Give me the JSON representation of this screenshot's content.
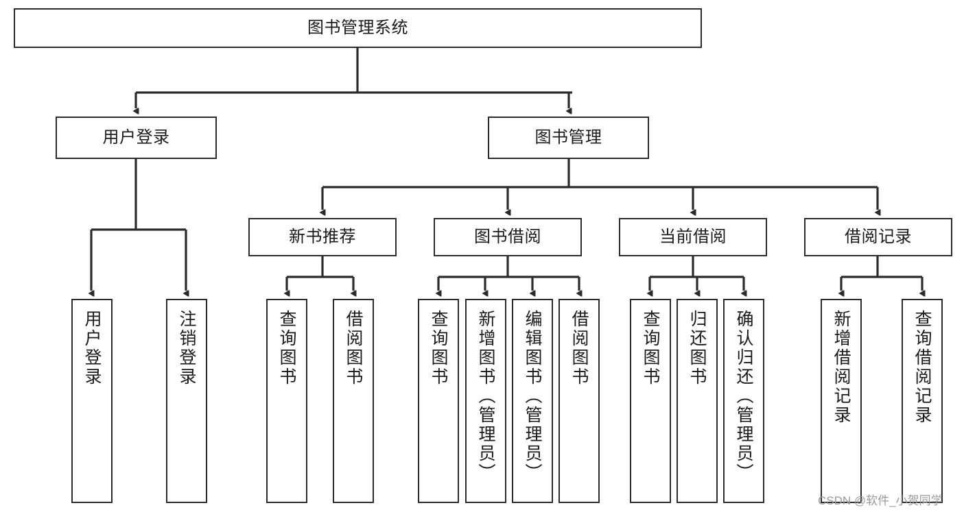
{
  "diagram": {
    "title": "图书管理系统",
    "type": "tree-hierarchy-diagram",
    "watermark": "CSDN @软件_小贺同学",
    "colors": {
      "box_border": "#2b2b2b",
      "box_fill": "#ffffff",
      "edge": "#2b2b2b",
      "text": "#1a1a1a",
      "watermark": "#9a9a9a",
      "background": "#ffffff"
    },
    "nodes": {
      "root": {
        "label": "图书管理系统"
      },
      "level1": [
        {
          "label": "用户登录"
        },
        {
          "label": "图书管理"
        }
      ],
      "level2": [
        {
          "label": "新书推荐"
        },
        {
          "label": "图书借阅"
        },
        {
          "label": "当前借阅"
        },
        {
          "label": "借阅记录"
        }
      ],
      "leaves": {
        "user_login": [
          {
            "label": "用户登录"
          },
          {
            "label": "注销登录"
          }
        ],
        "new_book_recommend": [
          {
            "label": "查询图书"
          },
          {
            "label": "借阅图书"
          }
        ],
        "book_borrow": [
          {
            "label": "查询图书"
          },
          {
            "label": "新增图书（管理员）"
          },
          {
            "label": "编辑图书（管理员）"
          },
          {
            "label": "借阅图书"
          }
        ],
        "current_borrow": [
          {
            "label": "查询图书"
          },
          {
            "label": "归还图书"
          },
          {
            "label": "确认归还（管理员）"
          }
        ],
        "borrow_record": [
          {
            "label": "新增借阅记录"
          },
          {
            "label": "查询借阅记录"
          }
        ]
      }
    }
  }
}
